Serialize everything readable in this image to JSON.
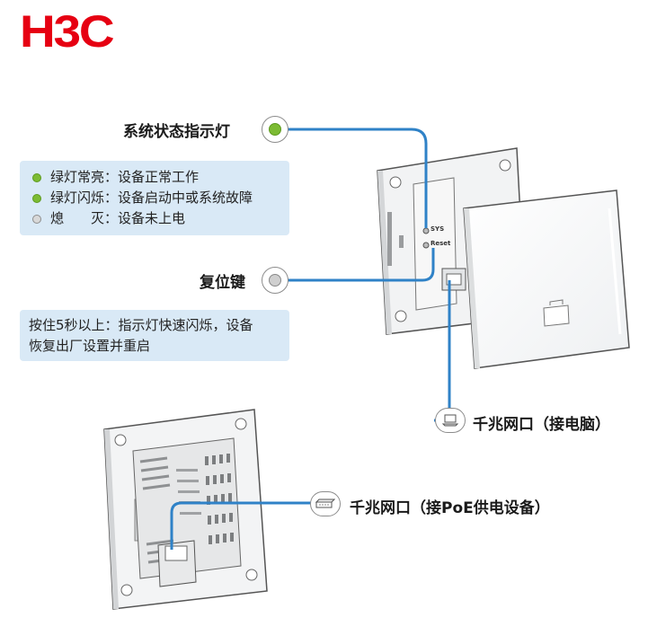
{
  "brand": {
    "logo_text": "H3C",
    "color": "#e60012"
  },
  "callouts": {
    "sys_led": {
      "label": "系统状态指示灯"
    },
    "reset": {
      "label": "复位键"
    },
    "lan_port": {
      "label": "千兆网口（接电脑）"
    },
    "poe_port": {
      "label": "千兆网口（接PoE供电设备）"
    }
  },
  "led_states": [
    {
      "indicator": "green",
      "text": "绿灯常亮：设备正常工作"
    },
    {
      "indicator": "green",
      "text": "绿灯闪烁：设备启动中或系统故障"
    },
    {
      "indicator": "gray",
      "text": "熄　　灭：设备未上电"
    }
  ],
  "reset_note": {
    "line1": "按住5秒以上：指示灯快速闪烁，设备",
    "line2": "恢复出厂设置并重启"
  },
  "device_labels": {
    "sys": "SYS",
    "reset": "Reset"
  },
  "colors": {
    "leader_line": "#2f82c7",
    "info_box": "#d9e9f6",
    "led_green": "#7cbb33",
    "led_off": "#d8d8d8"
  },
  "icons": {
    "sys_led": "green-led-icon",
    "reset": "reset-button-icon",
    "lan_port": "laptop-icon",
    "poe_port": "poe-switch-icon"
  }
}
